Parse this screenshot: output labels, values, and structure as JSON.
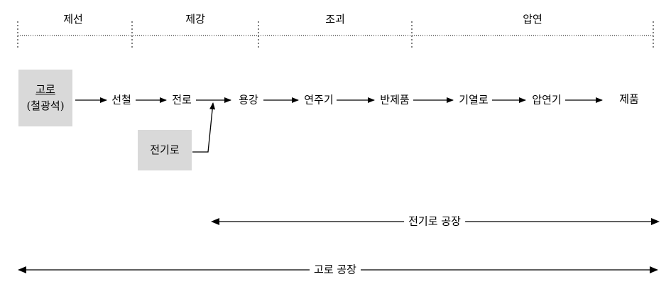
{
  "stages": [
    "제선",
    "제강",
    "조괴",
    "압연"
  ],
  "blast_furnace": {
    "line1": "고로",
    "line2": "(철광석)"
  },
  "eaf_box": "전기로",
  "flow_nodes": [
    "선철",
    "전로",
    "용강",
    "연주기",
    "반제품",
    "기열로",
    "압연기",
    "제품"
  ],
  "spans": {
    "eaf_plant": "전기로 공장",
    "bf_plant": "고로 공장"
  }
}
